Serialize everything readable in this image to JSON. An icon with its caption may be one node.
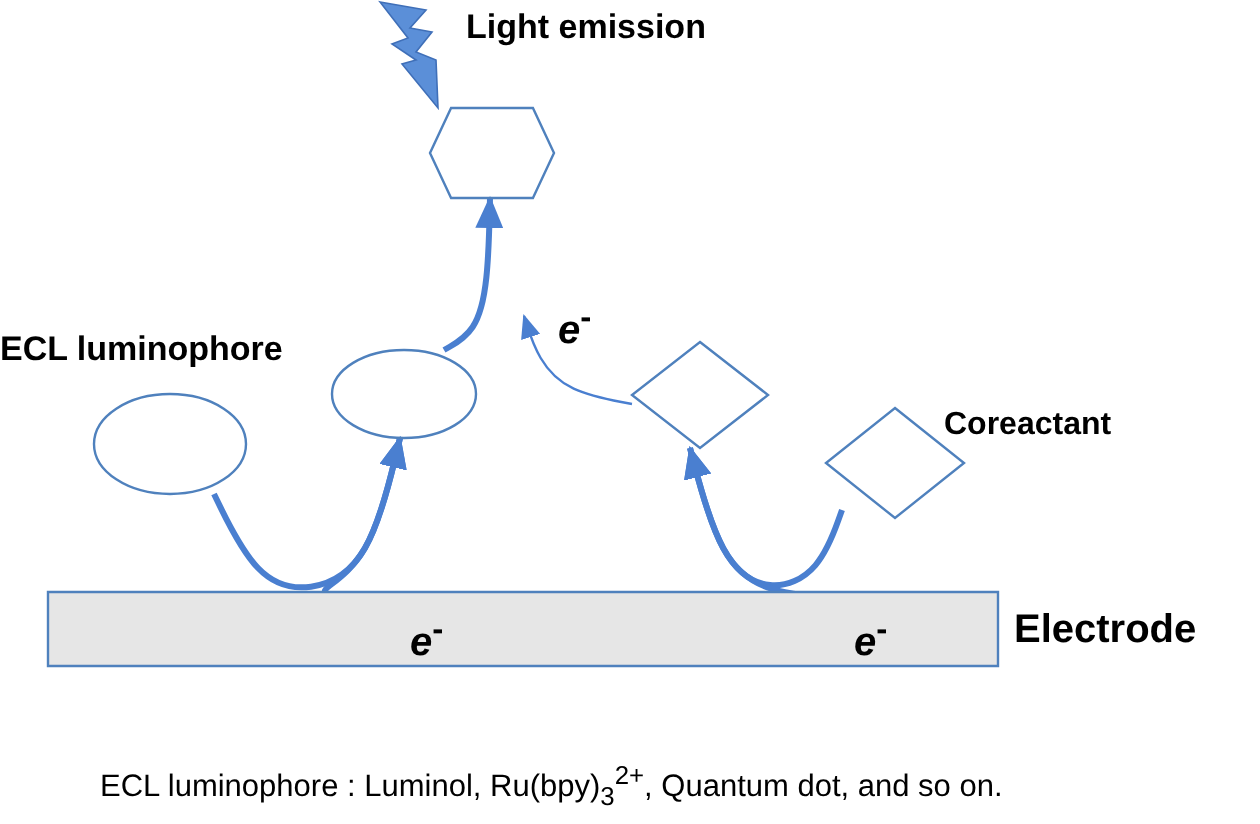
{
  "diagram": {
    "caption": "ECL luminophore : Luminol, Ru(bpy)$_{3}$$^{2+}$, Quantum dot, and so on.",
    "nodes": [
      {
        "text": [],
        "shape": "bar",
        "beside": [
          "Electrode"
        ]
      },
      {
        "text": [],
        "shape": "ellipse",
        "beside": [
          "ECL luminophore"
        ]
      },
      {
        "text": [],
        "shape": "ellipse"
      },
      {
        "text": [],
        "shape": "hexagon",
        "beside": [
          "Light emission"
        ]
      },
      {
        "text": [],
        "shape": "diamond"
      },
      {
        "text": [],
        "shape": "diamond",
        "beside": [
          "Coreactant"
        ]
      }
    ],
    "edges": [
      {
        "from": 1,
        "to": 2,
        "arrow": "to"
      },
      {
        "from": 0,
        "to": 2,
        "arrow": "to"
      },
      {
        "from": 5,
        "to": 4,
        "arrow": "to"
      },
      {
        "from": 0,
        "to": 4,
        "arrow": "to"
      },
      {
        "from": 2,
        "to": 3,
        "arrow": "to"
      },
      {
        "from": 4,
        "to": null,
        "arrow": "to",
        "label": "*e*$^{-}$"
      }
    ],
    "labels": [
      "*e*$^{-}$",
      "*e*$^{-}$"
    ]
  }
}
